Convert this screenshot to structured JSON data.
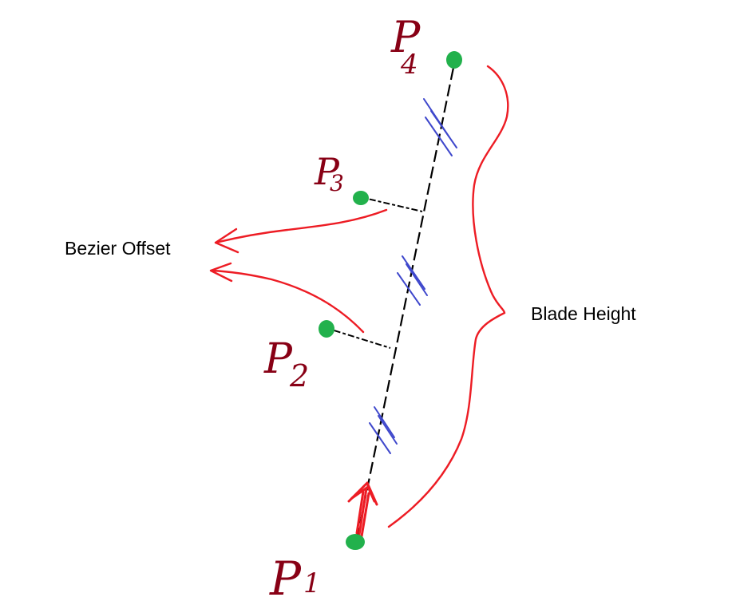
{
  "labels": {
    "bezier_offset": "Bezier Offset",
    "blade_height": "Blade Height"
  },
  "points": [
    {
      "id": "P1",
      "letter": "P",
      "subscript": "1"
    },
    {
      "id": "P2",
      "letter": "P",
      "subscript": "2"
    },
    {
      "id": "P3",
      "letter": "P",
      "subscript": "3"
    },
    {
      "id": "P4",
      "letter": "P",
      "subscript": "4"
    }
  ],
  "colors": {
    "background": "#ffffff",
    "control_point": "#22b14c",
    "handwritten_label": "#880015",
    "annotation_red": "#ed1c24",
    "equal_marks": "#3f48cc",
    "guide_line": "#000000"
  }
}
